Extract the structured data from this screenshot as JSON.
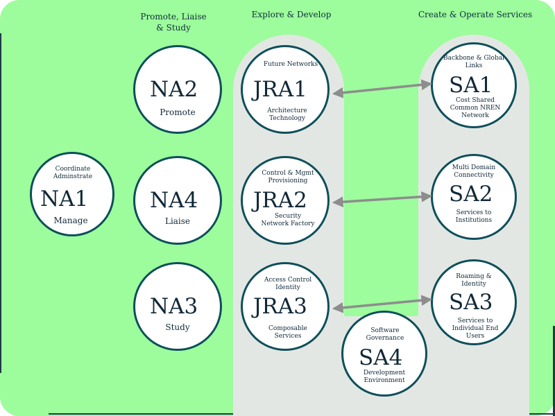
{
  "headers": {
    "promote": "Promote, Liaise\n& Study",
    "explore": "Explore & Develop",
    "create": "Create & Operate Services"
  },
  "nodes": {
    "na1": {
      "title": "NA1",
      "top_label": "Coordinate\nAdminstrate",
      "bottom_label": "Manage"
    },
    "na2": {
      "title": "NA2",
      "bottom_label": "Promote"
    },
    "na4": {
      "title": "NA4",
      "bottom_label": "Liaise"
    },
    "na3": {
      "title": "NA3",
      "bottom_label": "Study"
    },
    "jra1": {
      "title": "JRA1",
      "top_label": "Future Networks",
      "bottom_label": "Architecture\nTechnology"
    },
    "jra2": {
      "title": "JRA2",
      "top_label": "Control & Mgmt\nProvisioning",
      "bottom_label": "Security\nNetwork Factory"
    },
    "jra3": {
      "title": "JRA3",
      "top_label": "Access Control\nIdentity",
      "bottom_label": "Composable\nServices"
    },
    "sa1": {
      "title": "SA1",
      "top_label": "Backbone & Global\nLinks",
      "bottom_label": "Cost Shared\nCommon NREN\nNetwork"
    },
    "sa2": {
      "title": "SA2",
      "top_label": "Multi Domain\nConnectivity",
      "bottom_label": "Services to\nInstitutions"
    },
    "sa3": {
      "title": "SA3",
      "top_label": "Roaming &\nIdentity",
      "bottom_label": "Services to\nIndividual End\nUsers"
    },
    "sa4": {
      "title": "SA4",
      "top_label": "Software\nGovernance",
      "bottom_label": "Development\nEnvironment"
    }
  },
  "colors": {
    "background": "#9dfc9c",
    "lane": "#e3e7e3",
    "circle_border": "#0d4f5a",
    "arrow": "#8d8d8d"
  }
}
